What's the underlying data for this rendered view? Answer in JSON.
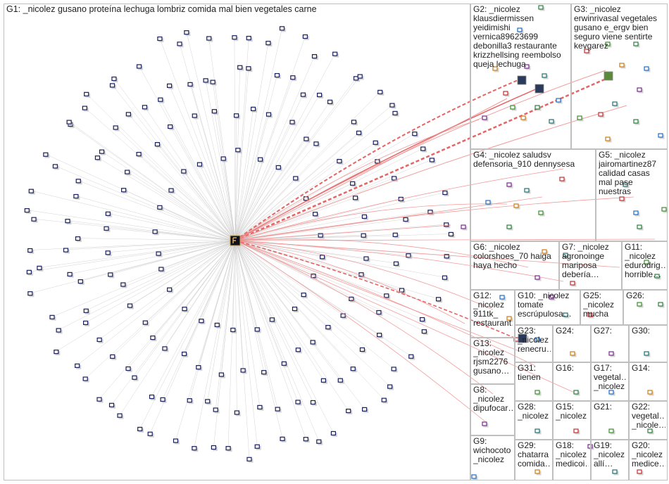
{
  "colors": {
    "edge_gray": "#c8c8c8",
    "edge_red": "#f08a8a",
    "edge_red_strong": "#e04a4a",
    "node_navy": "#1a1f5a",
    "group_border": "#bfbfbf",
    "text": "#222222"
  },
  "groups": [
    {
      "id": "G1",
      "label": "G1: _nicolez gusano proteína lechuga lombriz comida mal bien vegetales carne"
    },
    {
      "id": "G2",
      "label": "G2: _nicolez\nklausdiermissen\nyeidimishi\nvernica89623699\ndebonilla3 restaurante\nkrizzhellsing reembolso\nqueja lechuga"
    },
    {
      "id": "G3",
      "label": "G3: _nicolez\nerwinrivasal vegetales\ngusano e_ergv bien\nseguro viene sentirte\nkevgarez"
    },
    {
      "id": "G4",
      "label": "G4: _nicolez saludsv\ndefensoria_910 dennysesa"
    },
    {
      "id": "G5",
      "label": "G5: _nicolez\njairomartinez87\ncalidad casas\nmal pase\nnuestras"
    },
    {
      "id": "G6",
      "label": "G6: _nicolez\ncolorshoes_70 haiga\nhaya hecho"
    },
    {
      "id": "G7",
      "label": "G7: _nicolez\nagronoinge\nmariposa\ndebería…"
    },
    {
      "id": "G11",
      "label": "G11:\n_nicolez\nedurodrig…\nhorrible…"
    },
    {
      "id": "G12",
      "label": "G12:\n_nicolez\n911tk_\nrestaurant…"
    },
    {
      "id": "G10",
      "label": "G10: _nicolez\ntomate\nescrúpulosa…"
    },
    {
      "id": "G25",
      "label": "G25:\n_nicolez\nmucha"
    },
    {
      "id": "G26",
      "label": "G26:"
    },
    {
      "id": "G23",
      "label": "G23:\n_nicolez\nrenecru…"
    },
    {
      "id": "G24",
      "label": "G24:"
    },
    {
      "id": "G27",
      "label": "G27:"
    },
    {
      "id": "G30",
      "label": "G30:"
    },
    {
      "id": "G13",
      "label": "G13:\n_nicolez\nrjsm2276\ngusano…"
    },
    {
      "id": "G31",
      "label": "G31:\ntienen"
    },
    {
      "id": "G16",
      "label": "G16:"
    },
    {
      "id": "G17",
      "label": "G17:\nvegetal…\n_nicolez"
    },
    {
      "id": "G14",
      "label": "G14:"
    },
    {
      "id": "G8",
      "label": "G8:\n_nicolez\ndipufocar…"
    },
    {
      "id": "G28",
      "label": "G28:\n_nicolez"
    },
    {
      "id": "G15",
      "label": "G15:\n_nicolez"
    },
    {
      "id": "G21",
      "label": "G21:"
    },
    {
      "id": "G22",
      "label": "G22:\nvegetal…\n_nicole…"
    },
    {
      "id": "G9",
      "label": "G9:\nwichocoto\n_nicolez"
    },
    {
      "id": "G29",
      "label": "G29:\nchatarra\ncomida…"
    },
    {
      "id": "G18",
      "label": "G18:\n_nicolez\nmedicoi…"
    },
    {
      "id": "G19",
      "label": "G19:\n_nicolez\nallí…"
    },
    {
      "id": "G20",
      "label": "G20:\n_nicolez\nmedice…"
    }
  ]
}
